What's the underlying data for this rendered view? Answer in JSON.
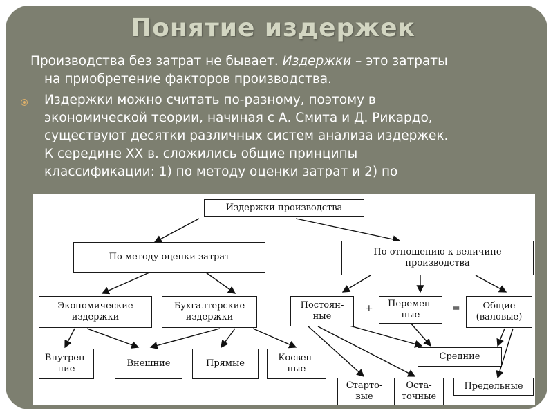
{
  "title": "Понятие издержек",
  "intro": {
    "line1_a": "Производства без затрат не бывает. ",
    "line1_em": "Издержки",
    "line1_b": " – это затраты",
    "line2": "на приобретение факторов производства."
  },
  "bullet_text": {
    "lines": [
      "Издержки можно считать по-разному, поэтому в",
      "экономической теории, начиная с А. Смита и Д. Рикардо,",
      "существуют десятки различных систем анализа издержек.",
      "К середине XX в. сложились общие принципы",
      "классификации: 1) по методу оценки затрат и 2) по"
    ]
  },
  "diagram": {
    "root": "Издержки производства",
    "by_method": "По методу оценки затрат",
    "by_volume": "По отношению к величине\nпроизводства",
    "economic": "Экономические\nиздержки",
    "accounting": "Бухгалтерские\nиздержки",
    "internal": "Внутрен-\nние",
    "external": "Внешние",
    "direct": "Прямые",
    "indirect": "Косвен-\nные",
    "fixed": "Постоян-\nные",
    "variable": "Перемен-\nные",
    "total": "Общие\n(валовые)",
    "plus": "+",
    "equals": "=",
    "average": "Средние",
    "marginal": "Предельные",
    "startup": "Старто-\nвые",
    "residual": "Оста-\nточные"
  },
  "colors": {
    "background": "#7d7f70",
    "title": "#d3d6c2",
    "bullet": "#e0b16a"
  }
}
